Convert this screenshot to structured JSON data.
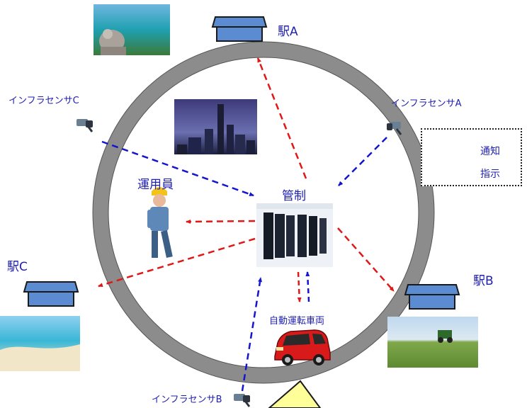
{
  "labels": {
    "station_a": "駅A",
    "station_b": "駅B",
    "station_c": "駅C",
    "sensor_a": "インフラセンサA",
    "sensor_b": "インフラセンサB",
    "sensor_c": "インフラセンサC",
    "operator": "運用員",
    "control": "管制",
    "vehicle": "自動運転車両"
  },
  "legend": {
    "notify": "通知",
    "instruct": "指示"
  },
  "colors": {
    "notify": "#1515d0",
    "instruct": "#e01818",
    "track": "#8c8c8c",
    "station": "#5b8bd0",
    "car": "#d91a1a",
    "label": "#1f1fb0"
  }
}
